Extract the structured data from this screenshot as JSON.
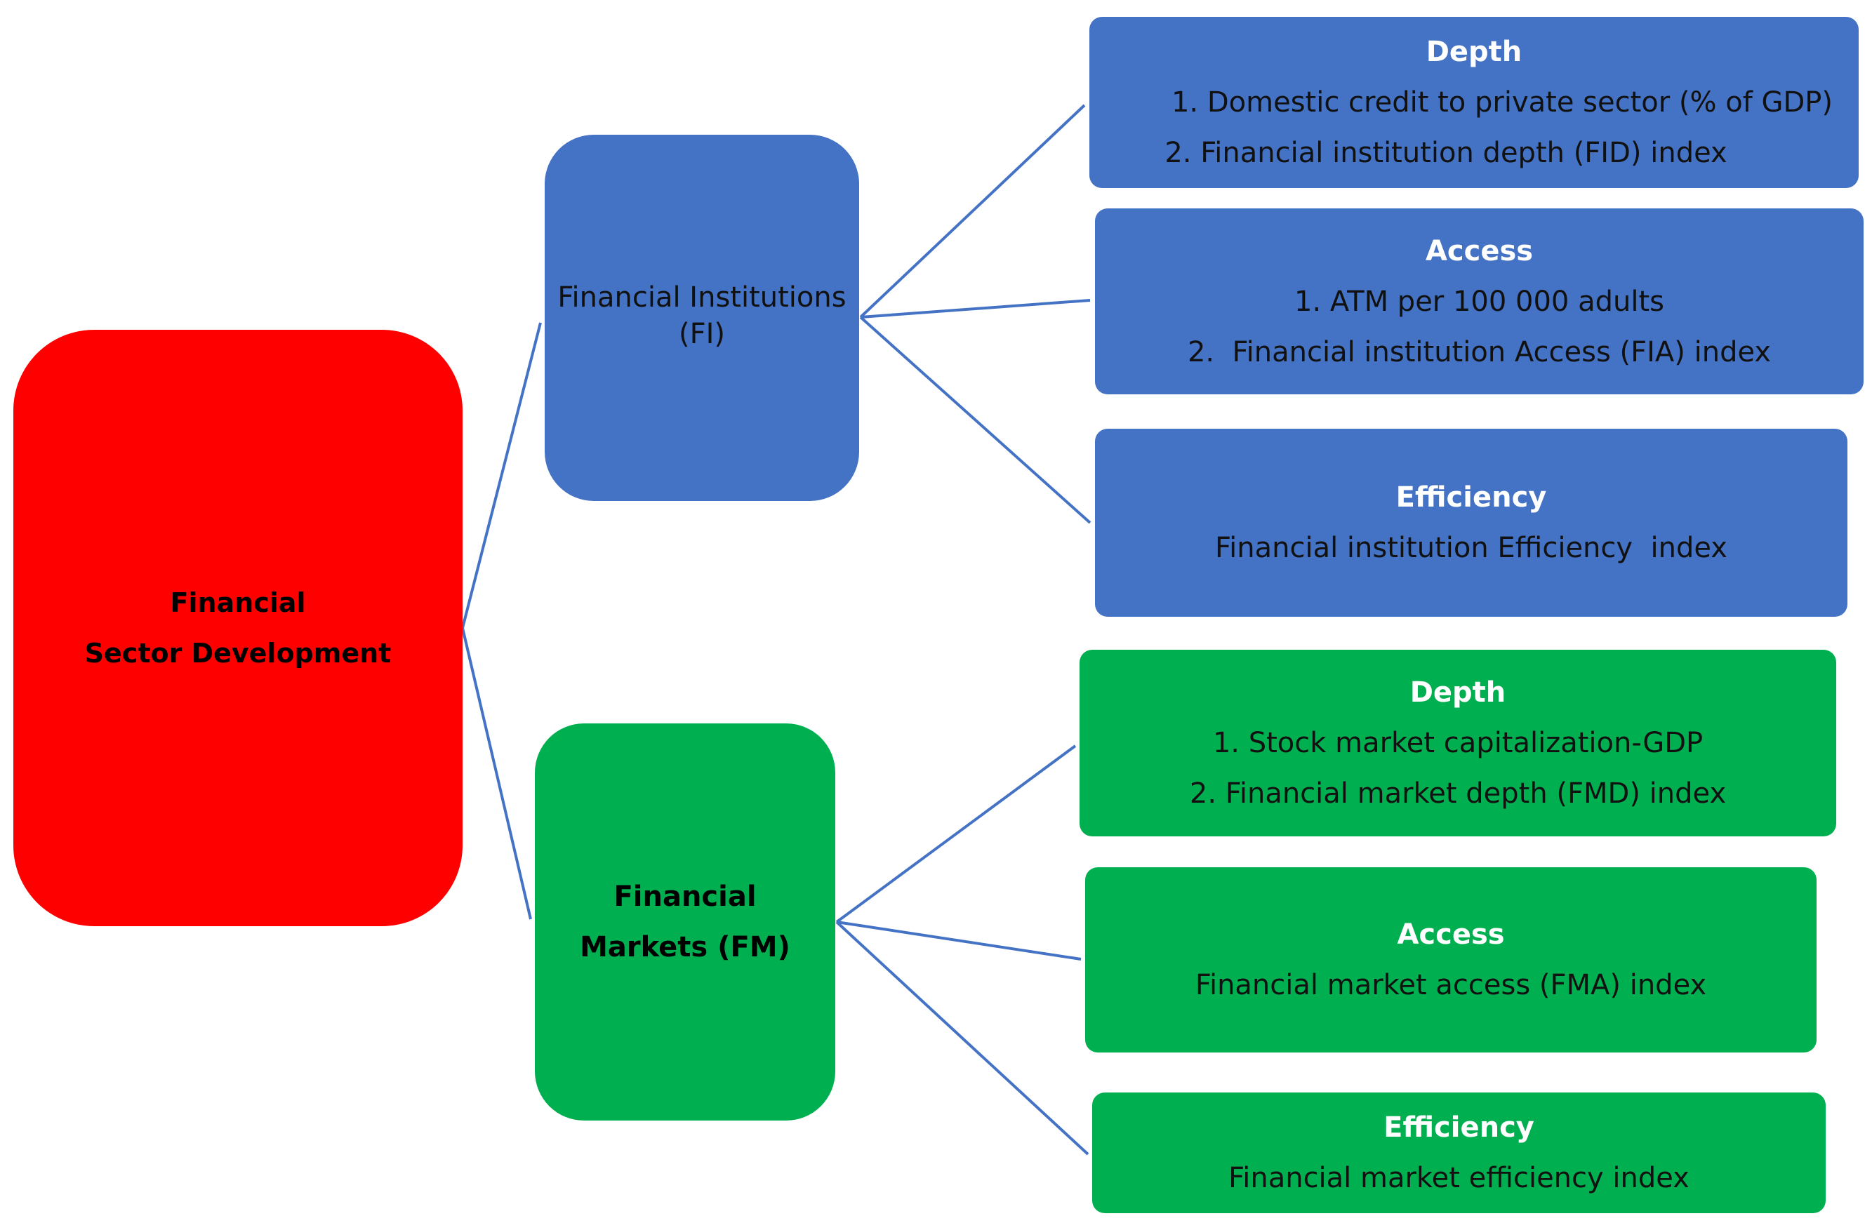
{
  "root": {
    "line1": "Financial",
    "line2": "Sector Development"
  },
  "institutions": {
    "label_line1": "Financial Institutions",
    "label_line2": "(FI)",
    "depth": {
      "title": "Depth",
      "items": [
        "1. Domestic credit to private sector (% of GDP)",
        "2. Financial institution depth (FID) index"
      ]
    },
    "access": {
      "title": "Access",
      "items": [
        "1. ATM per 100 000 adults",
        "2.  Financial institution Access (FIA) index"
      ]
    },
    "efficiency": {
      "title": "Efficiency",
      "items": [
        "Financial institution Efficiency  index"
      ]
    }
  },
  "markets": {
    "label_line1": "Financial",
    "label_line2": "Markets (FM)",
    "depth": {
      "title": "Depth",
      "items": [
        "1. Stock market capitalization-GDP",
        "2. Financial market depth (FMD) index"
      ]
    },
    "access": {
      "title": "Access",
      "items": [
        "Financial market access (FMA) index"
      ]
    },
    "efficiency": {
      "title": "Efficiency",
      "items": [
        "Financial market efficiency index"
      ]
    }
  },
  "colors": {
    "root": "#ff0000",
    "institutions": "#4472c4",
    "markets": "#00b050",
    "connector": "#4472c4"
  }
}
